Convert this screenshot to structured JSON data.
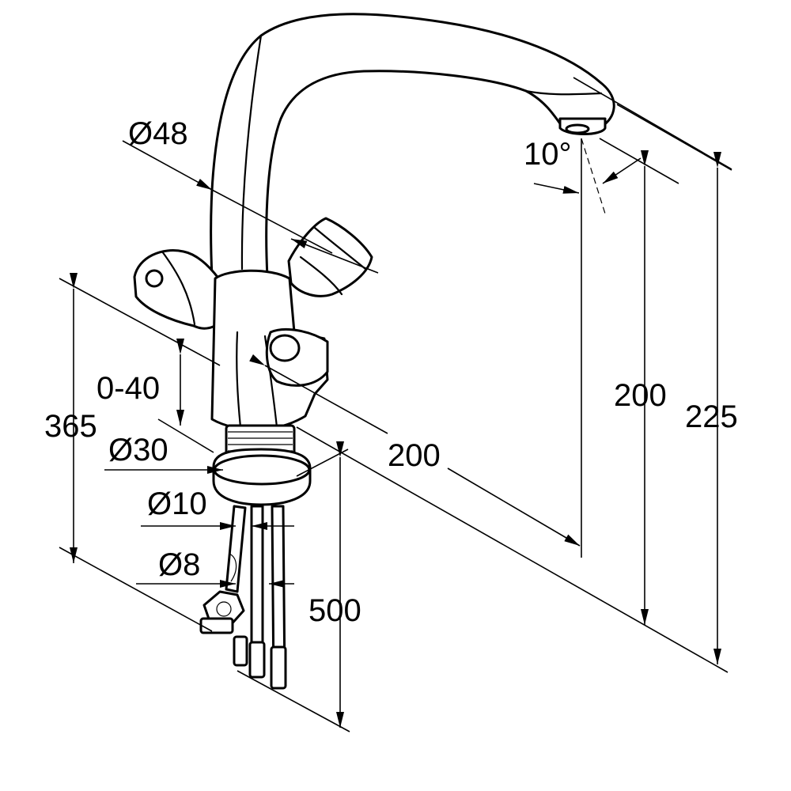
{
  "dimensions": {
    "handle_diameter": "Ø48",
    "spout_angle": "10°",
    "height_lever_to_outlet": "200",
    "total_height": "225",
    "deck_thickness": "0-40",
    "total_length": "365",
    "base_diameter": "Ø30",
    "hose_diameter_10": "Ø10",
    "hose_diameter_8": "Ø8",
    "spout_reach": "200",
    "hose_length": "500"
  },
  "colors": {
    "line": "#000000",
    "background": "#ffffff"
  }
}
